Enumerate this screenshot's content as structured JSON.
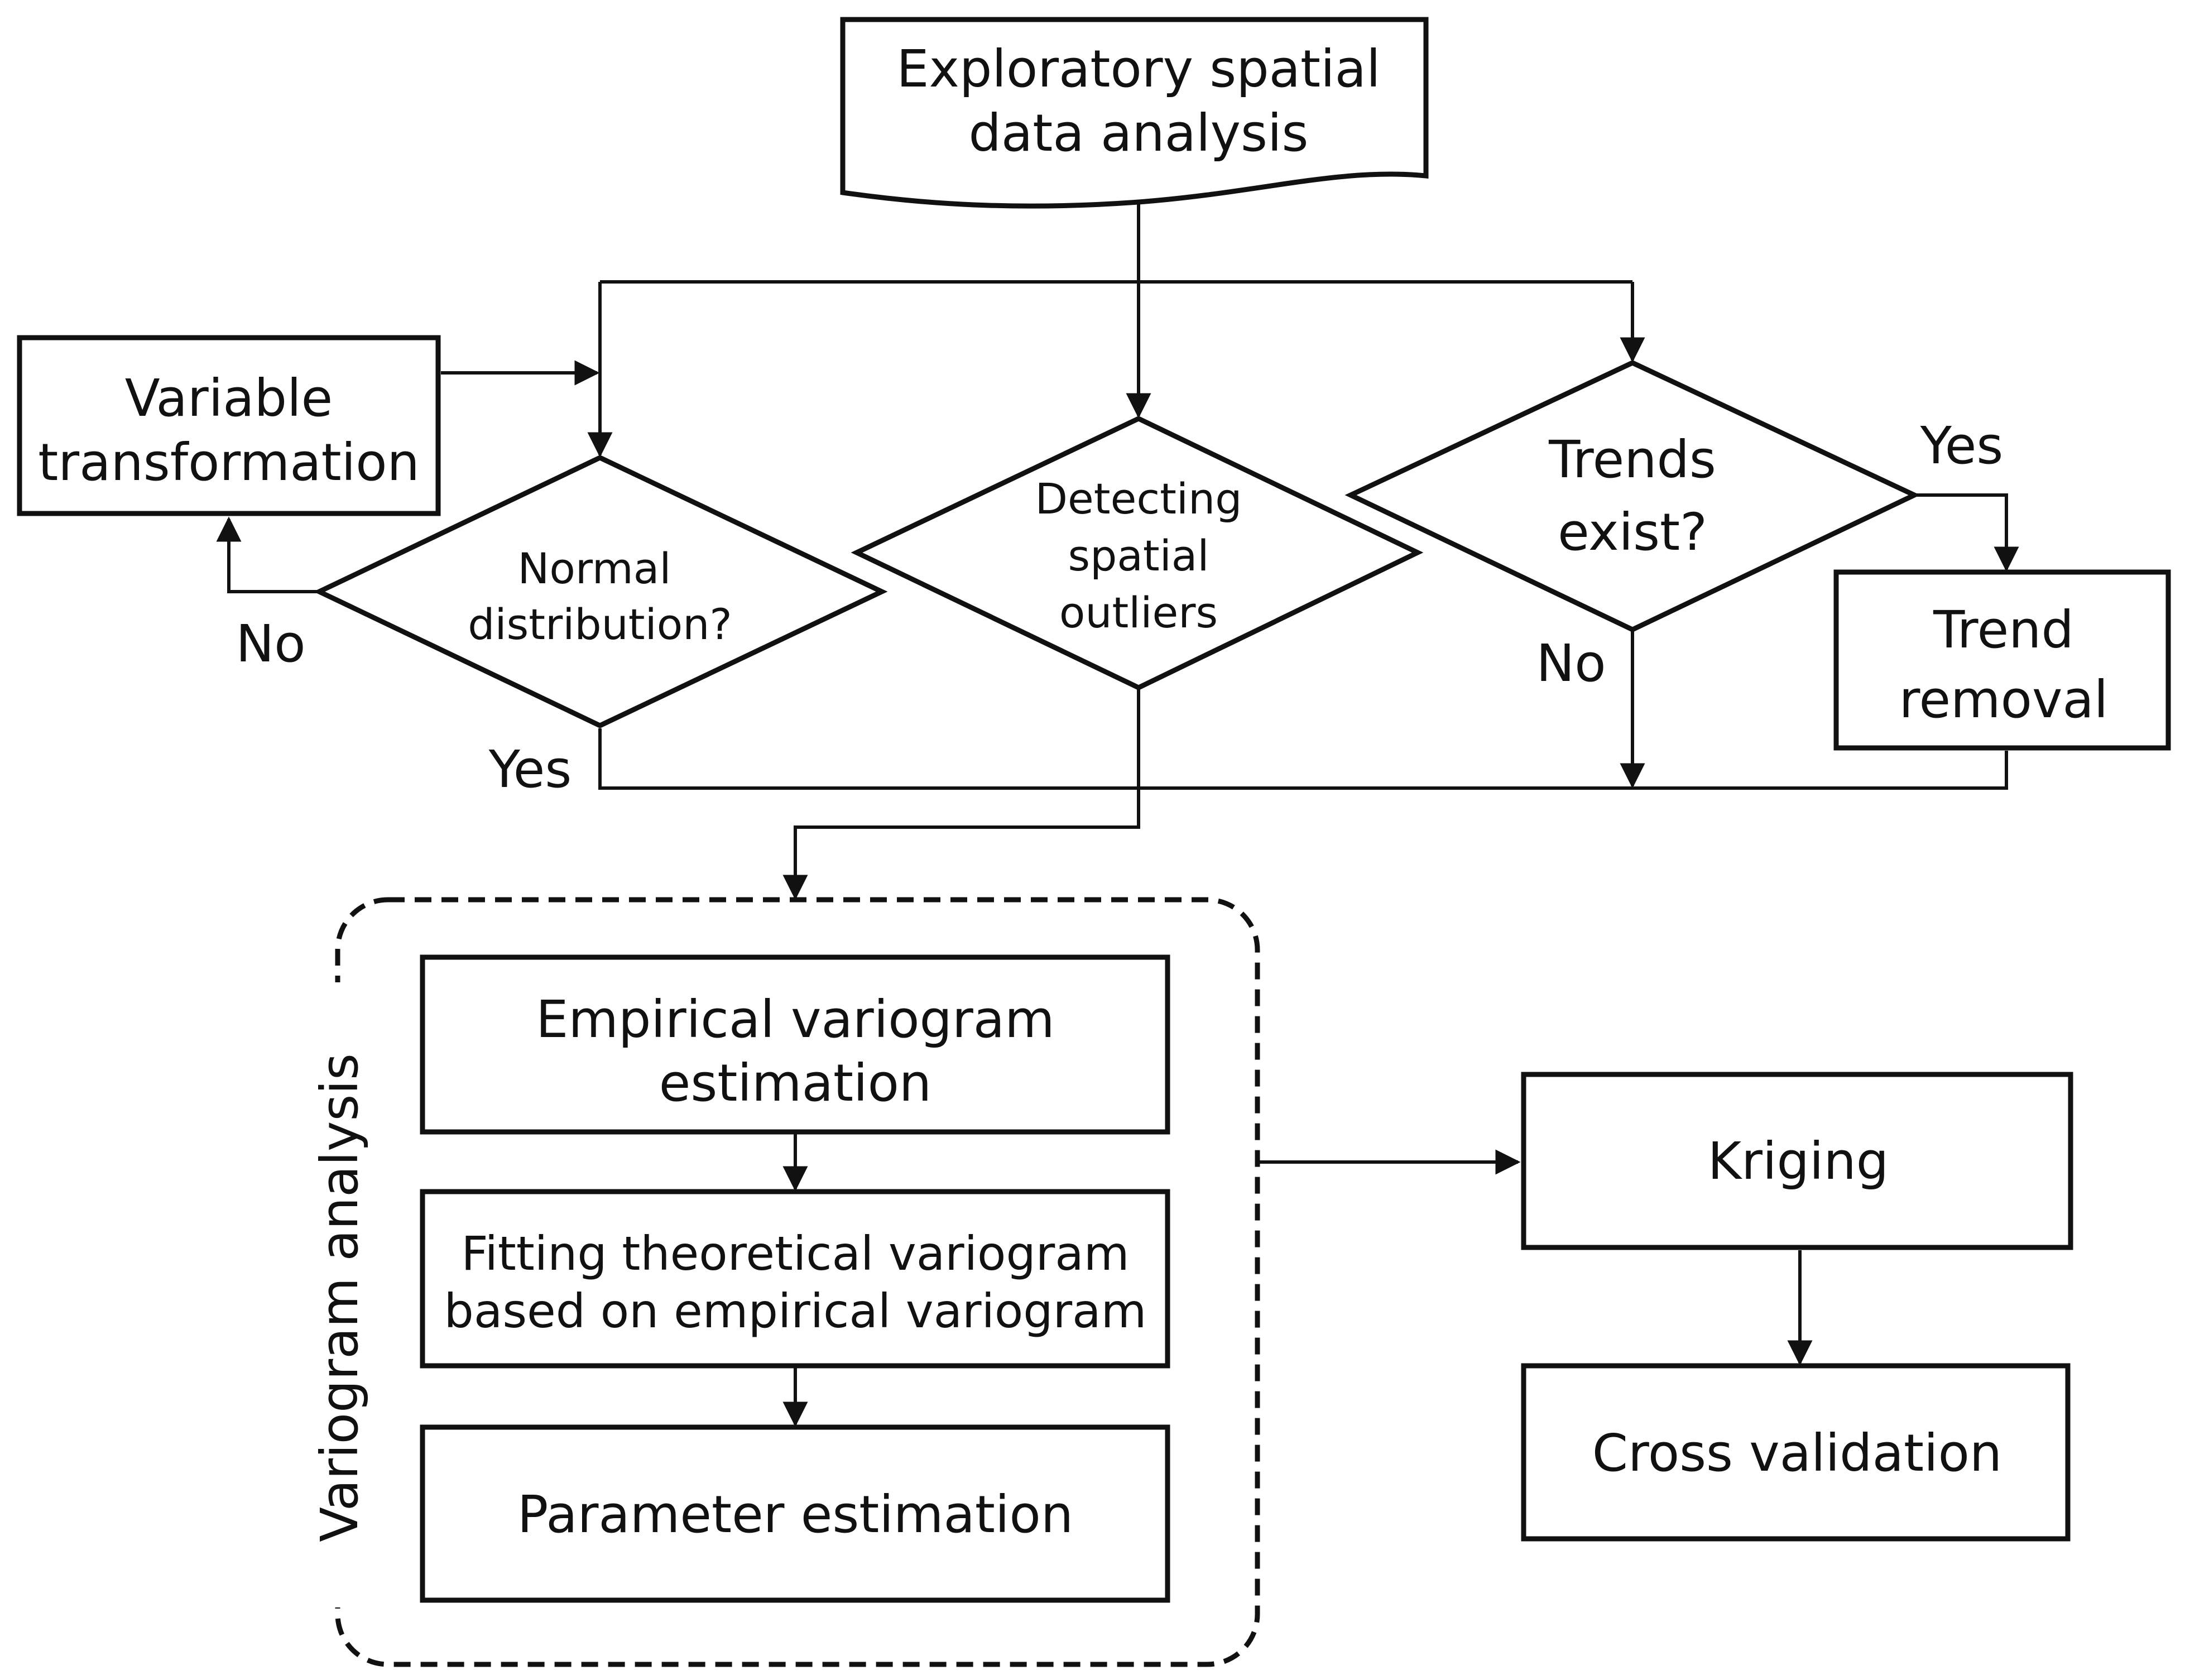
{
  "diagram": {
    "start": {
      "line1": "Exploratory spatial",
      "line2": "data analysis"
    },
    "variable_transformation": {
      "line1": "Variable",
      "line2": "transformation"
    },
    "normal_distribution": {
      "line1": "Normal",
      "line2": "distribution?"
    },
    "detecting_outliers": {
      "line1": "Detecting",
      "line2": "spatial",
      "line3": "outliers"
    },
    "trends_exist": {
      "line1": "Trends",
      "line2": "exist?"
    },
    "trend_removal": {
      "line1": "Trend",
      "line2": "removal"
    },
    "labels": {
      "no_left": "No",
      "yes_left": "Yes",
      "yes_right": "Yes",
      "no_right": "No"
    },
    "variogram_group": {
      "title": "Variogram analysis"
    },
    "empirical": {
      "line1": "Empirical variogram",
      "line2": "estimation"
    },
    "fitting": {
      "line1": "Fitting theoretical variogram",
      "line2": "based on empirical variogram"
    },
    "parameter": {
      "label": "Parameter estimation"
    },
    "kriging": {
      "label": "Kriging"
    },
    "cross_validation": {
      "label": "Cross validation"
    }
  }
}
